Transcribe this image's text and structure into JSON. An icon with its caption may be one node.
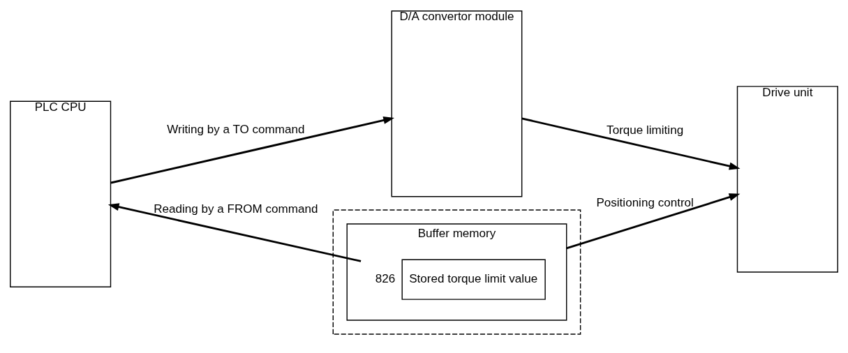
{
  "diagram": {
    "nodes": [
      {
        "text": [
          "PLC CPU"
        ]
      },
      {
        "text": [],
        "shape": "box"
      },
      {
        "text": [
          "Buffer memory"
        ],
        "in": 1
      },
      {
        "text": [
          "Stored torque limit value"
        ],
        "beside": [
          "826"
        ],
        "in": 2
      },
      {
        "text": [
          "Drive unit"
        ]
      },
      {
        "text": [
          "D/A convertor module"
        ]
      }
    ],
    "edges": [
      {
        "from": 3,
        "to": 0,
        "arrow": "to",
        "label": "Reading by a FROM command"
      },
      {
        "from": 2,
        "to": 4,
        "arrow": "to",
        "label": "Positioning control"
      },
      {
        "from": 0,
        "to": 5,
        "arrow": "to",
        "label": "Writing by a TO command"
      },
      {
        "from": 5,
        "to": 4,
        "arrow": "to",
        "label": "Torque limiting"
      }
    ]
  }
}
